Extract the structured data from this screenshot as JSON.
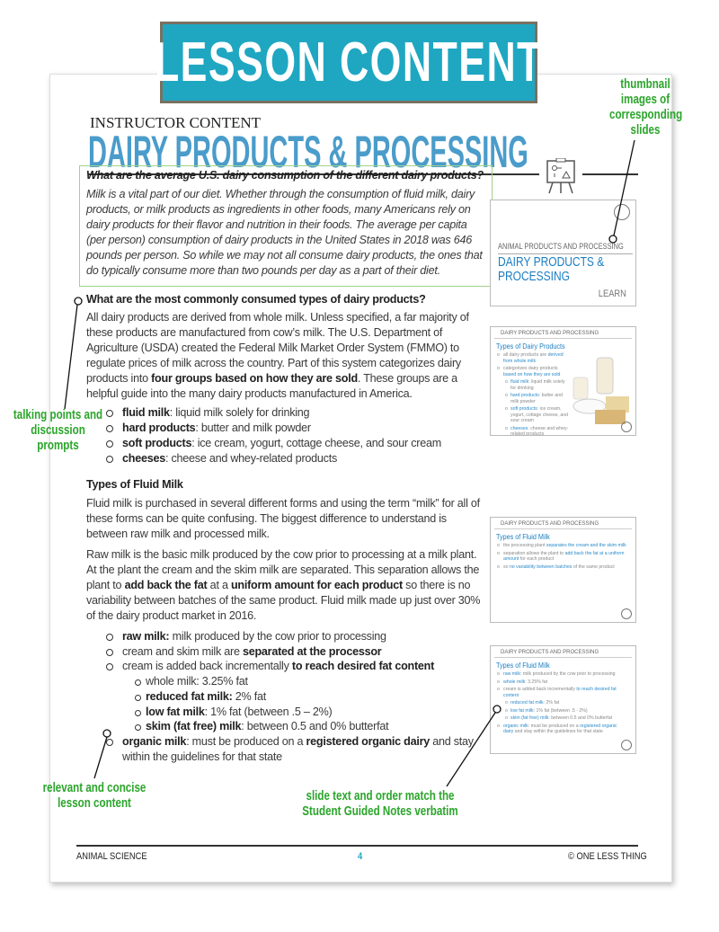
{
  "banner": {
    "title": "LESSON CONTENT"
  },
  "header": {
    "kicker": "INSTRUCTOR CONTENT",
    "title": "DAIRY PRODUCTS & PROCESSING",
    "icon": "presentation-easel-icon"
  },
  "callout": {
    "question": "What are the average U.S. dairy consumption of the different dairy products?",
    "paragraph": [
      {
        "t": "Milk is a vital part of our diet. Whether through the consumption of fluid milk, dairy products, or milk products as ingredients in other foods, many Americans rely on dairy products for their flavor and nutrition in their foods. The average per capita (per person) consumption of dairy products in the United States in 2018 was 646 pounds per person. So while we may not all consume dairy products, the ones that do typically consume more than two pounds per day as a part of their diet."
      }
    ]
  },
  "section1": {
    "heading": "What are the most commonly consumed types of dairy products?",
    "paragraph": [
      {
        "t": "All dairy products are derived from whole milk. Unless specified, a far majority of these products are manufactured from cow’s milk. The U.S. Department of Agriculture (USDA) created the Federal Milk Market Order System (FMMO) to regulate prices of milk across the country. Part of this system categorizes dairy products into "
      },
      {
        "t": "four groups based on how they are sold",
        "b": true
      },
      {
        "t": ". These groups are a helpful guide into the many dairy products manufactured in America."
      }
    ],
    "bullets": [
      [
        {
          "t": "fluid milk",
          "b": true
        },
        {
          "t": ": liquid milk solely for drinking"
        }
      ],
      [
        {
          "t": "hard products",
          "b": true
        },
        {
          "t": ": butter and milk powder"
        }
      ],
      [
        {
          "t": "soft products",
          "b": true
        },
        {
          "t": ": ice cream, yogurt, cottage cheese, and sour cream"
        }
      ],
      [
        {
          "t": "cheeses",
          "b": true
        },
        {
          "t": ": cheese and whey-related products"
        }
      ]
    ]
  },
  "section2": {
    "heading": "Types of Fluid Milk",
    "paragraph1": [
      {
        "t": "Fluid milk is purchased in several different forms and using the term “milk” for all of these forms can be quite confusing. The biggest difference to understand is between raw milk and processed milk."
      }
    ],
    "paragraph2": [
      {
        "t": "Raw milk is the basic milk produced by the cow prior to processing at a milk plant. At the plant the cream and the skim milk are separated. This separation allows the plant to "
      },
      {
        "t": "add back the fat",
        "b": true
      },
      {
        "t": " at a "
      },
      {
        "t": "uniform amount for each product",
        "b": true
      },
      {
        "t": " so there is no variability between batches of the same product. Fluid milk made up just over 30% of the dairy product market in 2016."
      }
    ],
    "bullets": [
      {
        "sub": false,
        "seg": [
          {
            "t": "raw milk:",
            "b": true
          },
          {
            "t": " milk produced by the cow prior to processing"
          }
        ]
      },
      {
        "sub": false,
        "seg": [
          {
            "t": "cream and skim milk are "
          },
          {
            "t": "separated at the processor",
            "b": true
          }
        ]
      },
      {
        "sub": false,
        "seg": [
          {
            "t": "cream is added back incrementally "
          },
          {
            "t": "to reach desired fat content",
            "b": true
          }
        ]
      },
      {
        "sub": true,
        "seg": [
          {
            "t": "whole milk: 3.25% fat"
          }
        ]
      },
      {
        "sub": true,
        "seg": [
          {
            "t": "reduced fat milk:",
            "b": true
          },
          {
            "t": " 2% fat"
          }
        ]
      },
      {
        "sub": true,
        "seg": [
          {
            "t": "low fat milk",
            "b": true
          },
          {
            "t": ": 1% fat (between .5 – 2%)"
          }
        ]
      },
      {
        "sub": true,
        "seg": [
          {
            "t": "skim (fat free) milk",
            "b": true
          },
          {
            "t": ": between 0.5 and 0% butterfat"
          }
        ]
      },
      {
        "sub": false,
        "seg": [
          {
            "t": "organic milk",
            "b": true
          },
          {
            "t": ": must be produced on a "
          },
          {
            "t": "registered organic dairy",
            "b": true
          },
          {
            "t": " and stay within the guidelines for that state"
          }
        ]
      }
    ]
  },
  "slides": [
    {
      "kicker": "ANIMAL PRODUCTS AND PROCESSING",
      "title": "DAIRY PRODUCTS & PROCESSING",
      "tag": "LEARN"
    },
    {
      "top": "DAIRY PRODUCTS AND PROCESSING",
      "heading": "Types of Dairy Products",
      "items": [
        [
          {
            "t": "all dairy products are "
          },
          {
            "t": "derived from whole milk",
            "b": true
          }
        ],
        [
          {
            "t": "categorizes dairy products "
          },
          {
            "t": "based on how they are sold",
            "b": true
          }
        ],
        [
          {
            "t": "fluid milk",
            "b": true
          },
          {
            "t": ": liquid milk solely for drinking"
          }
        ],
        [
          {
            "t": "hard products",
            "b": true
          },
          {
            "t": ": butter and milk powder"
          }
        ],
        [
          {
            "t": "soft products",
            "b": true
          },
          {
            "t": ": ice cream, yogurt, cottage cheese, and sour cream"
          }
        ],
        [
          {
            "t": "cheeses",
            "b": true
          },
          {
            "t": ": cheese and whey-related products"
          }
        ]
      ]
    },
    {
      "top": "DAIRY PRODUCTS AND PROCESSING",
      "heading": "Types of Fluid Milk",
      "items": [
        [
          {
            "t": "the processing plant "
          },
          {
            "t": "separates the cream and the skim milk",
            "b": true
          }
        ],
        [
          {
            "t": "separation allows the plant to "
          },
          {
            "t": "add back the fat at a uniform amount",
            "b": true
          },
          {
            "t": " for each product"
          }
        ],
        [
          {
            "t": "so "
          },
          {
            "t": "no variability between batches",
            "b": true
          },
          {
            "t": " of the same product"
          }
        ]
      ]
    },
    {
      "top": "DAIRY PRODUCTS AND PROCESSING",
      "heading": "Types of Fluid Milk",
      "items": [
        [
          {
            "t": "raw milk",
            "b": true
          },
          {
            "t": ": milk produced by the cow prior to processing"
          }
        ],
        [
          {
            "t": "whole milk",
            "b": true
          },
          {
            "t": ": 3.25% fat"
          }
        ],
        [
          {
            "t": "cream is added back incrementally "
          },
          {
            "t": "to reach desired fat content",
            "b": true
          }
        ],
        [
          {
            "t": "reduced fat milk",
            "b": true
          },
          {
            "t": ": 2% fat"
          }
        ],
        [
          {
            "t": "low fat milk",
            "b": true
          },
          {
            "t": ": 1% fat (between .5 - 2%)"
          }
        ],
        [
          {
            "t": "skim (fat free) milk",
            "b": true
          },
          {
            "t": ": between 0.5 and 0% butterfat"
          }
        ],
        [
          {
            "t": "organic milk",
            "b": true
          },
          {
            "t": ": must be produced on a "
          },
          {
            "t": "registered organic dairy",
            "b": true
          },
          {
            "t": " and stay within the guidelines for that state"
          }
        ]
      ]
    }
  ],
  "annotations": {
    "thumbnails": "thumbnail images of corresponding slides",
    "talking": "talking points and discussion prompts",
    "relevant": "relevant and concise lesson content",
    "verbatim": "slide text and order match the Student Guided Notes verbatim"
  },
  "footer": {
    "left": "ANIMAL SCIENCE",
    "page": "4",
    "right": "© ONE LESS THING"
  },
  "colors": {
    "banner": "#1fa7c2",
    "title": "#4a9ccb",
    "annotation": "#2aa52a",
    "slide_accent": "#1b7ec1"
  }
}
